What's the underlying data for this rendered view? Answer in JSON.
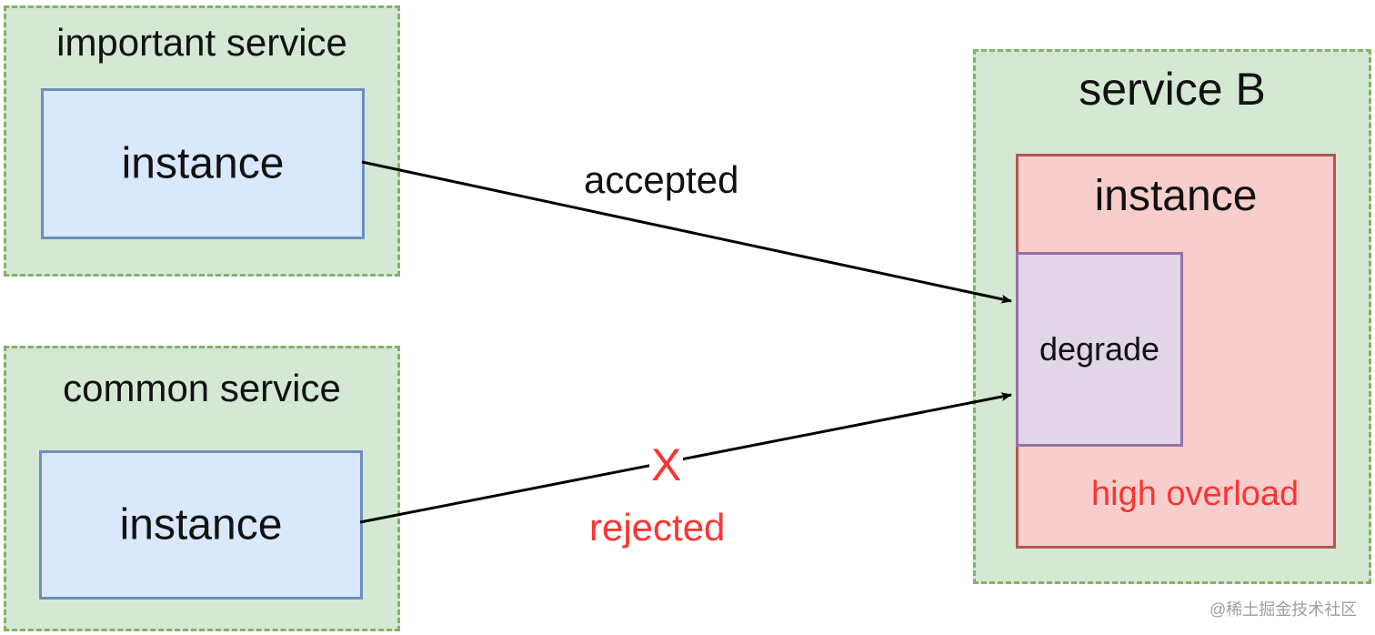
{
  "important_service": {
    "title": "important service",
    "instance_label": "instance"
  },
  "common_service": {
    "title": "common service",
    "instance_label": "instance"
  },
  "service_b": {
    "title": "service B",
    "instance_label": "instance",
    "degrade_label": "degrade",
    "status_label": "high overload"
  },
  "edges": {
    "accepted_label": "accepted",
    "rejected_mark": "X",
    "rejected_label": "rejected"
  },
  "watermark": "@稀土掘金技术社区",
  "colors": {
    "group_fill": "#d5e8d4",
    "group_border": "#82b366",
    "instance_fill": "#dae8fc",
    "instance_border": "#6c8ebf",
    "overload_fill": "#f8cecc",
    "overload_border": "#b85450",
    "degrade_fill": "#e1d5e7",
    "degrade_border": "#9673a6",
    "rejected_text": "#ff3333"
  }
}
